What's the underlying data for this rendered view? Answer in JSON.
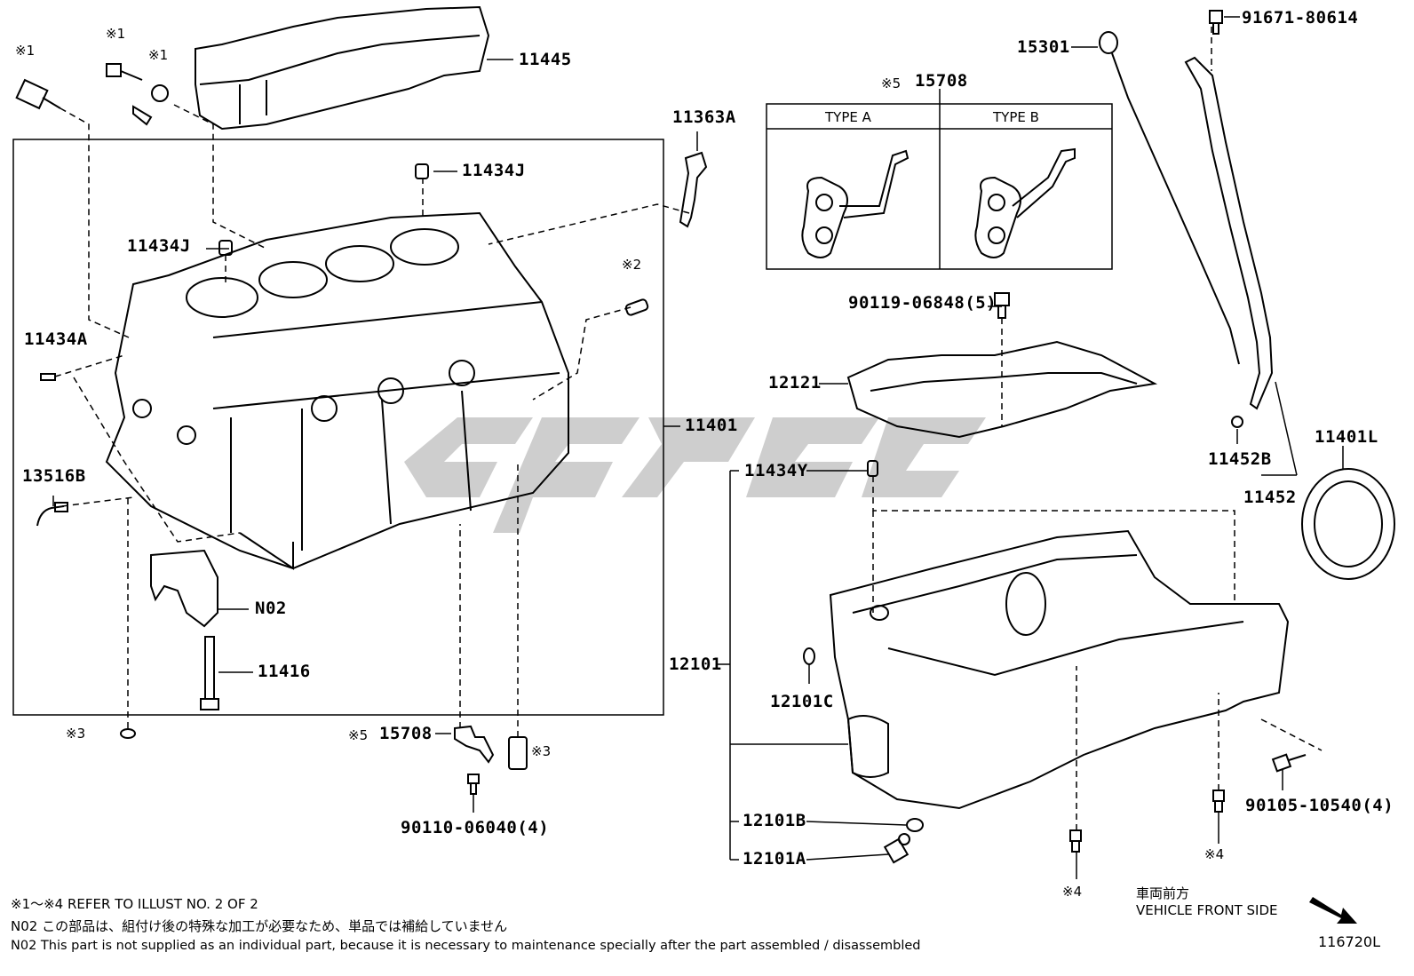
{
  "parts": {
    "p11445": "11445",
    "p11363A": "11363A",
    "p11434J_top": "11434J",
    "p11434J_mid": "11434J",
    "p11434A": "11434A",
    "p13516B": "13516B",
    "pN02": "N02",
    "p11416": "11416",
    "p11401": "11401",
    "p15708_bottom": "15708",
    "p90110": "90110-06040(4)",
    "p15708_top": "15708",
    "p90119": "90119-06848(5)",
    "p12121": "12121",
    "p11434Y": "11434Y",
    "p12101": "12101",
    "p12101C": "12101C",
    "p12101B": "12101B",
    "p12101A": "12101A",
    "p15301": "15301",
    "p91671": "91671-80614",
    "p11452B": "11452B",
    "p11452": "11452",
    "p11401L": "11401L",
    "p90105": "90105-10540(4)"
  },
  "marks": {
    "m1a": "※1",
    "m1b": "※1",
    "m1c": "※1",
    "m2": "※2",
    "m3a": "※3",
    "m3b": "※3",
    "m4a": "※4",
    "m4b": "※4",
    "m5a": "※5",
    "m5b": "※5"
  },
  "type_box": {
    "type_a": "TYPE A",
    "type_b": "TYPE B"
  },
  "direction": {
    "jp": "車両前方",
    "en": "VEHICLE FRONT SIDE"
  },
  "notes": {
    "line1": "※1～※4  REFER TO ILLUST NO. 2 OF 2",
    "line2": "N02  この部品は、組付け後の特殊な加工が必要なため、単品では補給していません",
    "line3": "N02  This part is not supplied as an individual part, because it is necessary to maintenance specially after the part assembled / disassembled"
  },
  "illustration_id": "116720L",
  "watermark_color": "#c8c8c8"
}
